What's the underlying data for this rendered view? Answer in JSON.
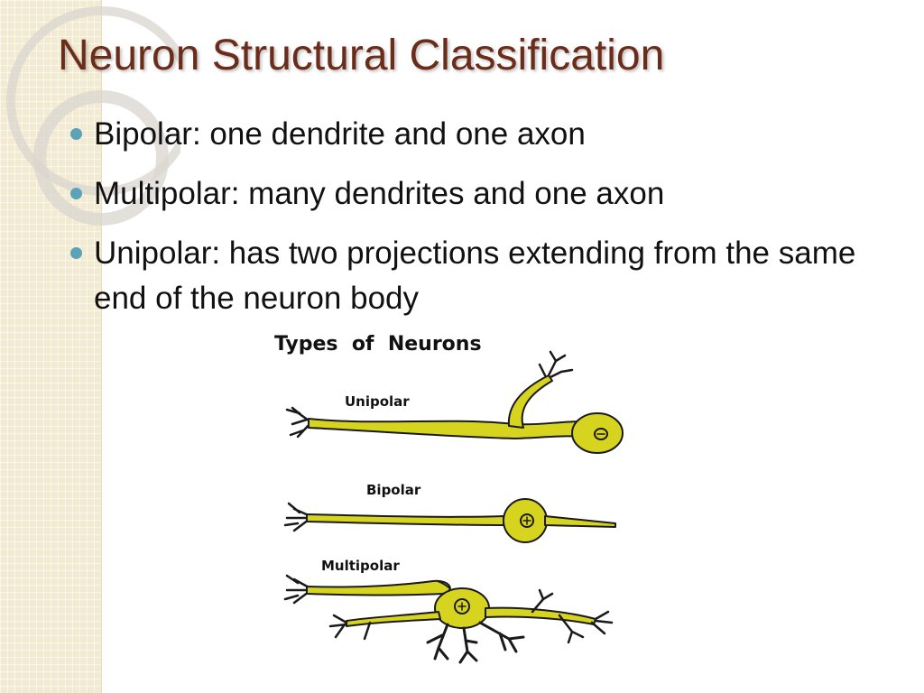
{
  "slide": {
    "title": "Neuron Structural Classification",
    "bullets": [
      {
        "text": "Bipolar: one dendrite and one axon"
      },
      {
        "text": "Multipolar: many dendrites and one axon"
      },
      {
        "text": "Unipolar: has two projections extending from the same end of the neuron body"
      }
    ]
  },
  "figure": {
    "heading": "Types  of  Neurons",
    "labels": {
      "unipolar": "Unipolar",
      "bipolar": "Bipolar",
      "multipolar": "Multipolar"
    }
  },
  "colors": {
    "title": "#6b2c1a",
    "bullet_dot": "#5aa3b8",
    "neuron_fill": "#d6d41e",
    "neuron_outline": "#1a1a1a",
    "left_strip": "#f3ead2"
  },
  "icons": {
    "bullet": "bullet-dot-icon",
    "deco": "decorative-rings-icon"
  }
}
